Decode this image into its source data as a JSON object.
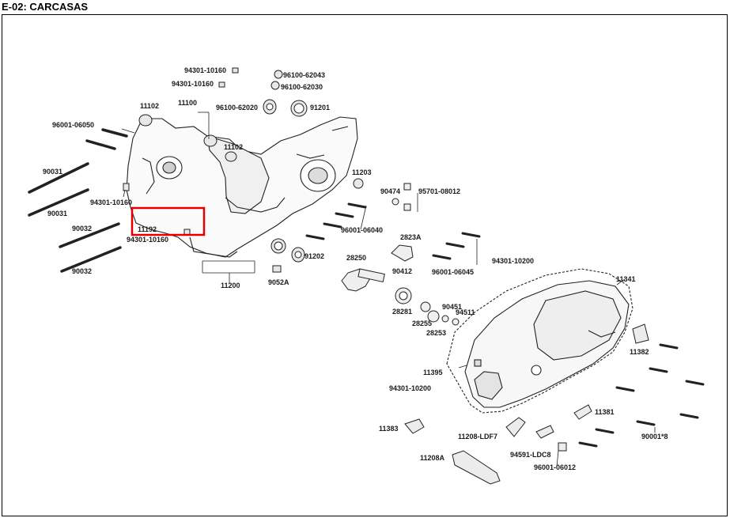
{
  "page_title": "E-02: CARCASAS",
  "highlight_color": "#e00000",
  "part_labels": [
    {
      "id": "l01",
      "text": "94301-10160"
    },
    {
      "id": "l02",
      "text": "94301-10160"
    },
    {
      "id": "l03",
      "text": "96100-62043"
    },
    {
      "id": "l04",
      "text": "96100-62030"
    },
    {
      "id": "l05",
      "text": "11102"
    },
    {
      "id": "l06",
      "text": "11100"
    },
    {
      "id": "l07",
      "text": "96100-62020"
    },
    {
      "id": "l08",
      "text": "91201"
    },
    {
      "id": "l09",
      "text": "96001-06050"
    },
    {
      "id": "l10",
      "text": "11102"
    },
    {
      "id": "l11",
      "text": "11203"
    },
    {
      "id": "l12",
      "text": "90031"
    },
    {
      "id": "l13",
      "text": "90474"
    },
    {
      "id": "l14",
      "text": "95701-08012"
    },
    {
      "id": "l15",
      "text": "94301-10160"
    },
    {
      "id": "l16",
      "text": "90031"
    },
    {
      "id": "l17",
      "text": "11192"
    },
    {
      "id": "l18",
      "text": "90032"
    },
    {
      "id": "l19",
      "text": "94301-10160"
    },
    {
      "id": "l20",
      "text": "96001-06040"
    },
    {
      "id": "l21",
      "text": "2823A"
    },
    {
      "id": "l22",
      "text": "91202"
    },
    {
      "id": "l23",
      "text": "28250"
    },
    {
      "id": "l24",
      "text": "90412"
    },
    {
      "id": "l25",
      "text": "96001-06045"
    },
    {
      "id": "l26",
      "text": "94301-10200"
    },
    {
      "id": "l27",
      "text": "90032"
    },
    {
      "id": "l28",
      "text": "11200"
    },
    {
      "id": "l29",
      "text": "9052A"
    },
    {
      "id": "l30",
      "text": "11341"
    },
    {
      "id": "l31",
      "text": "90451"
    },
    {
      "id": "l32",
      "text": "94511"
    },
    {
      "id": "l33",
      "text": "28281"
    },
    {
      "id": "l34",
      "text": "28255"
    },
    {
      "id": "l35",
      "text": "28253"
    },
    {
      "id": "l36",
      "text": "11382"
    },
    {
      "id": "l37",
      "text": "11395"
    },
    {
      "id": "l38",
      "text": "94301-10200"
    },
    {
      "id": "l39",
      "text": "11381"
    },
    {
      "id": "l40",
      "text": "11383"
    },
    {
      "id": "l41",
      "text": "11208-LDF7"
    },
    {
      "id": "l42",
      "text": "90001*8"
    },
    {
      "id": "l43",
      "text": "94591-LDC8"
    },
    {
      "id": "l44",
      "text": "11208A"
    },
    {
      "id": "l45",
      "text": "96001-06012"
    }
  ]
}
